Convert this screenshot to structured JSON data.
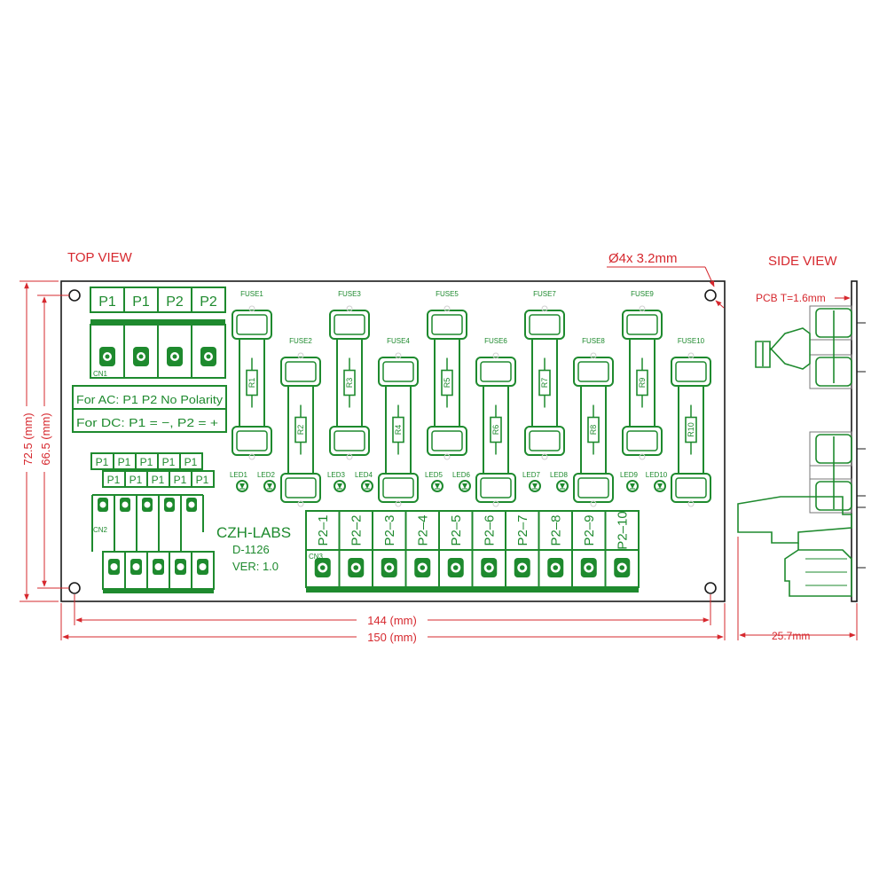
{
  "views": {
    "top_view": "TOP VIEW",
    "side_view": "SIDE VIEW"
  },
  "dimensions": {
    "hole_spec": "Ø4x  3.2mm",
    "height_outer": "72.5 (mm)",
    "height_inner": "66.5 (mm)",
    "width_inner": "144 (mm)",
    "width_outer": "150 (mm)",
    "pcb_thickness": "PCB  T=1.6mm",
    "side_width": "25.7mm"
  },
  "board": {
    "brand": "CZH-LABS",
    "model": "D-1126",
    "version": "VER: 1.0",
    "cn1_label": "CN1",
    "cn2_label": "CN2",
    "cn3_label": "CN3",
    "cn1_pins": [
      "P1",
      "P1",
      "P2",
      "P2"
    ],
    "polarity_ac": "For AC:  P1  P2  No Polarity",
    "polarity_dc": "For DC:  P1 = −,  P2 = +",
    "cn2_top_row": [
      "P1",
      "P1",
      "P1",
      "P1",
      "P1"
    ],
    "cn2_bottom_row": [
      "P1",
      "P1",
      "P1",
      "P1",
      "P1"
    ],
    "cn3_pins": [
      "P2–1",
      "P2–2",
      "P2–3",
      "P2–4",
      "P2–5",
      "P2–6",
      "P2–7",
      "P2–8",
      "P2–9",
      "P2–10"
    ],
    "fuses": [
      "FUSE1",
      "FUSE2",
      "FUSE3",
      "FUSE4",
      "FUSE5",
      "FUSE6",
      "FUSE7",
      "FUSE8",
      "FUSE9",
      "FUSE10"
    ],
    "resistors": [
      "R1",
      "R2",
      "R3",
      "R4",
      "R5",
      "R6",
      "R7",
      "R8",
      "R9",
      "R10"
    ],
    "leds": [
      "LED1",
      "LED2",
      "LED3",
      "LED4",
      "LED5",
      "LED6",
      "LED7",
      "LED8",
      "LED9",
      "LED10"
    ]
  },
  "colors": {
    "board_silk": "#1e8a2e",
    "dimension": "#d6282e",
    "outline": "#1a1a1a"
  }
}
